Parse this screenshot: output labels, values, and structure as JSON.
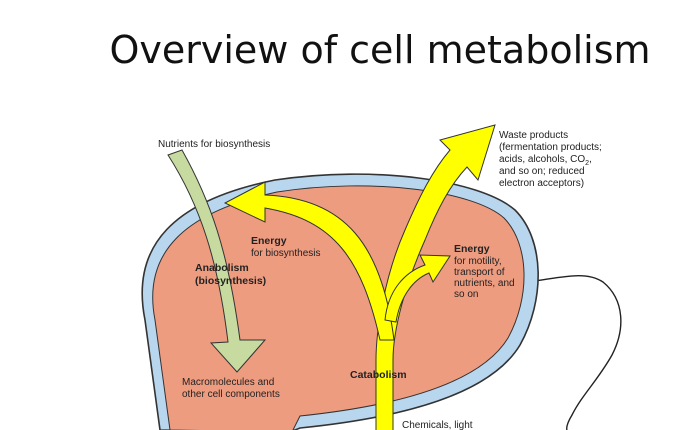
{
  "title": "Overview of cell metabolism",
  "labels": {
    "nutrients": "Nutrients for biosynthesis",
    "waste_1": "Waste products",
    "waste_2": "(fermentation products;",
    "waste_3a": "acids, alcohols, CO",
    "waste_3_sub": "2",
    "waste_3b": ",",
    "waste_4": "and so on; reduced",
    "waste_5": "electron acceptors)",
    "energy_biosynthesis_title": "Energy",
    "energy_biosynthesis_sub": "for biosynthesis",
    "anabolism_1": "Anabolism",
    "anabolism_2": "(biosynthesis)",
    "energy_motility_title": "Energy",
    "energy_motility_1": "for motility,",
    "energy_motility_2": "transport of",
    "energy_motility_3": "nutrients, and",
    "energy_motility_4": "so on",
    "macromolecules_1": "Macromolecules and",
    "macromolecules_2": "other cell components",
    "catabolism": "Catabolism",
    "chemicals": "Chemicals, light"
  },
  "colors": {
    "cell_fill": "#EE9C80",
    "cell_membrane": "#B8D6EE",
    "membrane_outline": "#333333",
    "arrow_yellow": "#FFFF00",
    "arrow_green": "#C7DBA0"
  }
}
